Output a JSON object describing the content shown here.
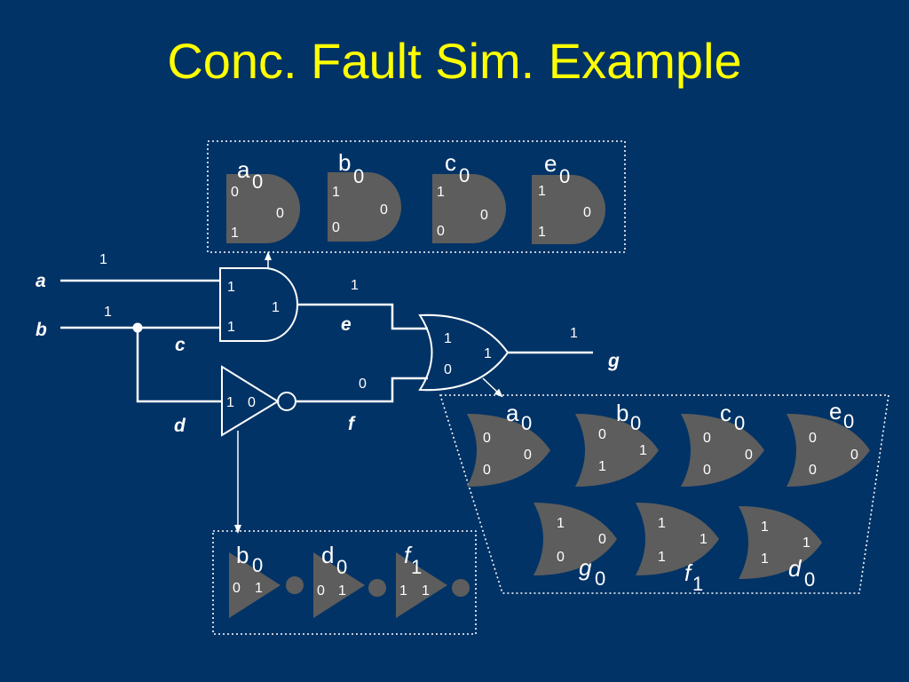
{
  "title": "Conc. Fault Sim. Example",
  "circuit": {
    "signals": {
      "a": "a",
      "b": "b",
      "c": "c",
      "d": "d",
      "e": "e",
      "f": "f",
      "g": "g"
    },
    "values": {
      "a_line": "1",
      "b_line": "1",
      "and_in1": "1",
      "and_in2": "1",
      "and_out": "1",
      "e_line": "1",
      "not_in": "1",
      "not_out": "0",
      "f_line": "0",
      "or_in1": "1",
      "or_in2": "0",
      "or_out": "1",
      "g_line": "1"
    }
  },
  "and_faults": [
    {
      "letter": "a",
      "sub": "0",
      "in1": "0",
      "in2": "1",
      "out": "0"
    },
    {
      "letter": "b",
      "sub": "0",
      "in1": "1",
      "in2": "0",
      "out": "0"
    },
    {
      "letter": "c",
      "sub": "0",
      "in1": "1",
      "in2": "0",
      "out": "0"
    },
    {
      "letter": "e",
      "sub": "0",
      "in1": "1",
      "in2": "1",
      "out": "0"
    }
  ],
  "or_faults_row1": [
    {
      "letter": "a",
      "sub": "0",
      "in1": "0",
      "in2": "0",
      "out": "0"
    },
    {
      "letter": "b",
      "sub": "0",
      "in1": "0",
      "in2": "1",
      "out": "1"
    },
    {
      "letter": "c",
      "sub": "0",
      "in1": "0",
      "in2": "0",
      "out": "0"
    },
    {
      "letter": "e",
      "sub": "0",
      "in1": "0",
      "in2": "0",
      "out": "0"
    }
  ],
  "or_faults_row2": [
    {
      "letter": "g",
      "sub": "0",
      "in1": "1",
      "in2": "0",
      "out": "0"
    },
    {
      "letter": "f",
      "sub": "1",
      "in1": "1",
      "in2": "1",
      "out": "1"
    },
    {
      "letter": "d",
      "sub": "0",
      "in1": "1",
      "in2": "1",
      "out": "1"
    }
  ],
  "not_faults": [
    {
      "letter": "b",
      "sub": "0",
      "in": "0",
      "out": "1"
    },
    {
      "letter": "d",
      "sub": "0",
      "in": "0",
      "out": "1"
    },
    {
      "letter": "f",
      "sub": "1",
      "in": "1",
      "out": "1"
    }
  ]
}
